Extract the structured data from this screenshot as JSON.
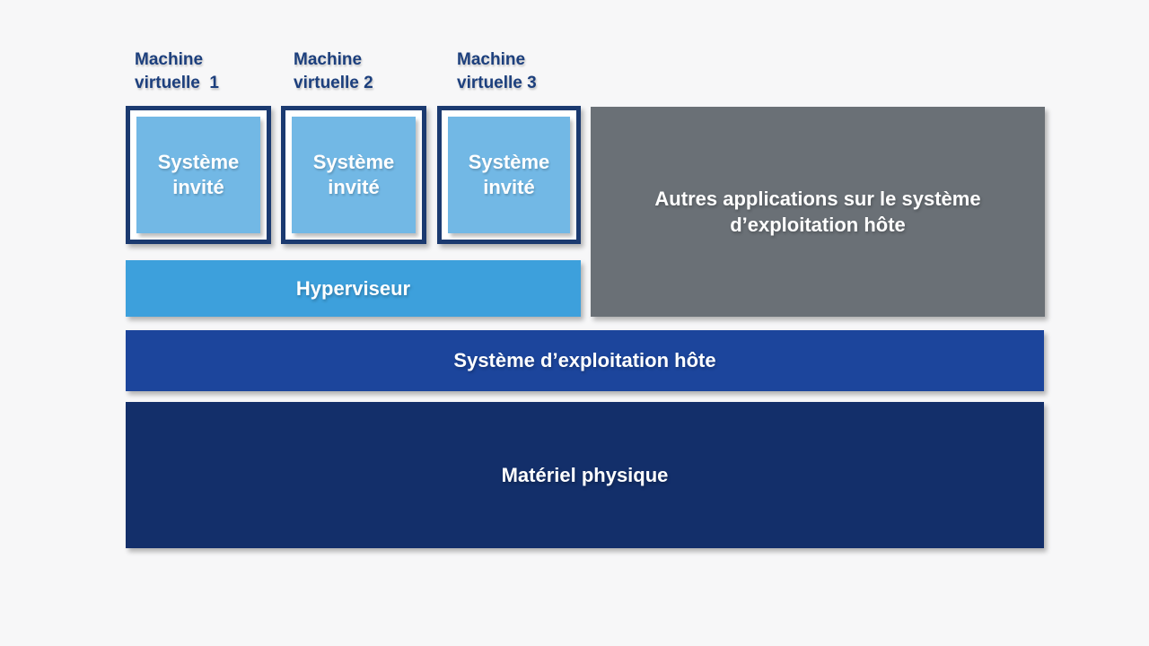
{
  "palette": {
    "page_bg": "#f7f7f8",
    "vm_border_navy": "#1b3a70",
    "label_navy": "#1c3f7d",
    "guest_blue": "#72b8e5",
    "hypervisor_blue": "#3da0dc",
    "other_apps_gray": "#6a7076",
    "host_os_blue": "#1c459c",
    "hardware_navy": "#132f6a",
    "text_white": "#ffffff"
  },
  "diagram": {
    "vm_labels": [
      {
        "label": "Machine\nvirtuelle  1"
      },
      {
        "label": "Machine\nvirtuelle 2"
      },
      {
        "label": "Machine\nvirtuelle 3"
      }
    ],
    "guest_os_label": "Système\ninvité",
    "hypervisor_label": "Hyperviseur",
    "other_apps_label": "Autres applications sur le système\nd’exploitation hôte",
    "host_os_label": "Système d’exploitation hôte",
    "hardware_label": "Matériel physique"
  }
}
